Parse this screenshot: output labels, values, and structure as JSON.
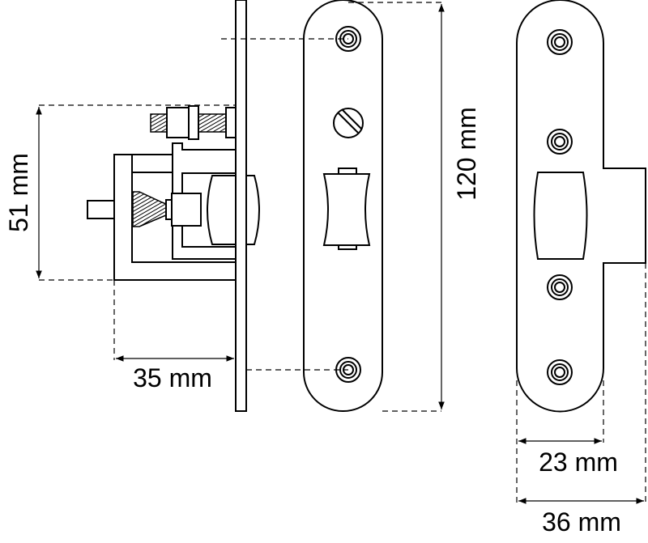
{
  "dimensions": {
    "height_side": "51 mm",
    "depth_side": "35 mm",
    "faceplate_length": "120 mm",
    "strike_width": "23 mm",
    "strike_total_width": "36 mm"
  },
  "views": [
    "side-view",
    "faceplate-front-view",
    "strike-plate-view"
  ]
}
